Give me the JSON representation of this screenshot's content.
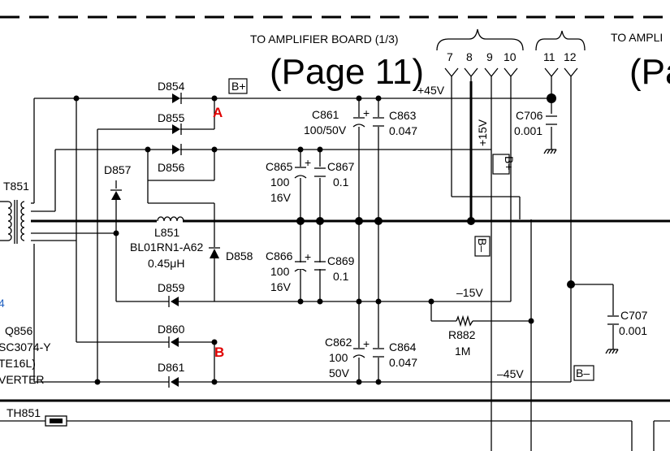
{
  "header": {
    "to_amp_label": "TO AMPLIFIER BOARD (1/3)",
    "to_amp_label_cut": "TO AMPLI",
    "page_label": "(Page 11)",
    "page_label_cut": "(Pa"
  },
  "connector_pins": [
    "7",
    "8",
    "9",
    "10",
    "11",
    "12"
  ],
  "nets": {
    "pos45": "+45V",
    "pos15": "+15V",
    "neg15": "–15V",
    "neg45": "–45V",
    "bplus": "B+",
    "bminus": "B–"
  },
  "markers": {
    "a": "A",
    "b": "B"
  },
  "components": {
    "d854": "D854",
    "d855": "D855",
    "d856": "D856",
    "d857": "D857",
    "d858": "D858",
    "d859": "D859",
    "d860": "D860",
    "d861": "D861",
    "t851": "T851",
    "l851": "L851",
    "l851_part": "BL01RN1-A62",
    "l851_value": "0.45μH",
    "c861": "C861",
    "c861_value": "100/50V",
    "c863": "C863",
    "c863_value": "0.047",
    "c706": "C706",
    "c706_value": "0.001",
    "c865": "C865",
    "c865_v1": "100",
    "c865_v2": "16V",
    "c867": "C867",
    "c867_value": "0.1",
    "c866": "C866",
    "c866_v1": "100",
    "c866_v2": "16V",
    "c869": "C869",
    "c869_value": "0.1",
    "c862": "C862",
    "c862_v1": "100",
    "c862_v2": "50V",
    "c864": "C864",
    "c864_value": "0.047",
    "c707": "C707",
    "c707_value": "0.001",
    "r882": "R882",
    "r882_value": "1M",
    "th851": "TH851"
  },
  "left_edge_text": {
    "q856": "Q856",
    "part": "SC3074-Y",
    "pkg": "TE16L)",
    "role": "VERTER",
    "digit": "4"
  },
  "colors": {
    "marker": "#e00000",
    "edge_digit": "#2060c0"
  }
}
